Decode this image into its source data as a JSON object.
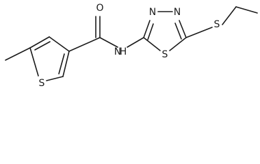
{
  "atoms": {
    "oxygen": "O",
    "amide_nitrogen": "N",
    "amide_hydrogen": "H",
    "thiadiazole_nitrogen_left": "N",
    "thiadiazole_nitrogen_right": "N",
    "thiadiazole_sulfur": "S",
    "thioether_sulfur": "S",
    "thiophene_sulfur": "S"
  }
}
